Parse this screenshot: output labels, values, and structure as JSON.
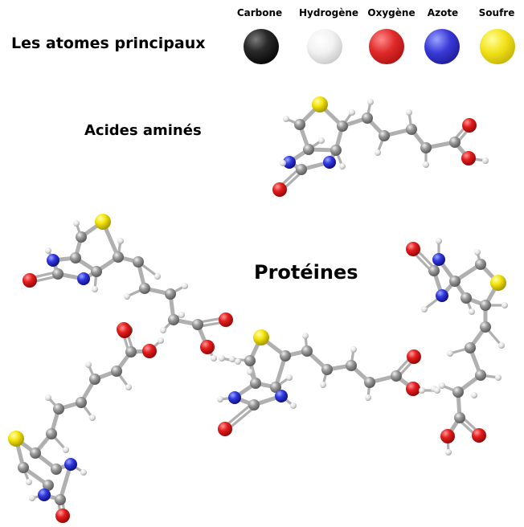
{
  "title": "Les atomes principaux",
  "amino_label": "Acides aminés",
  "protein_label": "Protéines",
  "legend": [
    {
      "label": "Carbone",
      "color": "#111111"
    },
    {
      "label": "Hydrogène",
      "color": "#f2f2f2"
    },
    {
      "label": "Oxygène",
      "color": "#e02a2a"
    },
    {
      "label": "Azote",
      "color": "#3a3ad8"
    },
    {
      "label": "Soufre",
      "color": "#f2e21a"
    }
  ]
}
